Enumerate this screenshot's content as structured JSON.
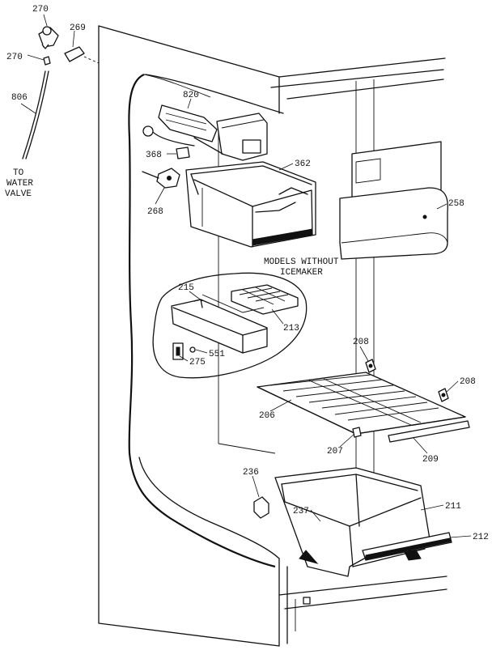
{
  "diagram": {
    "part_labels": {
      "p270a": "270",
      "p269": "269",
      "p270b": "270",
      "p806": "806",
      "p820": "820",
      "p368": "368",
      "p362": "362",
      "p268": "268",
      "p258": "258",
      "p215": "215",
      "p213": "213",
      "p551": "551",
      "p275": "275",
      "p208a": "208",
      "p208b": "208",
      "p206": "206",
      "p207": "207",
      "p209": "209",
      "p236": "236",
      "p237": "237",
      "p211": "211",
      "p212": "212"
    },
    "notes": {
      "water_valve_line1": "TO",
      "water_valve_line2": "WATER",
      "water_valve_line3": "VALVE",
      "models_line1": "MODELS WITHOUT",
      "models_line2": "ICEMAKER"
    }
  }
}
